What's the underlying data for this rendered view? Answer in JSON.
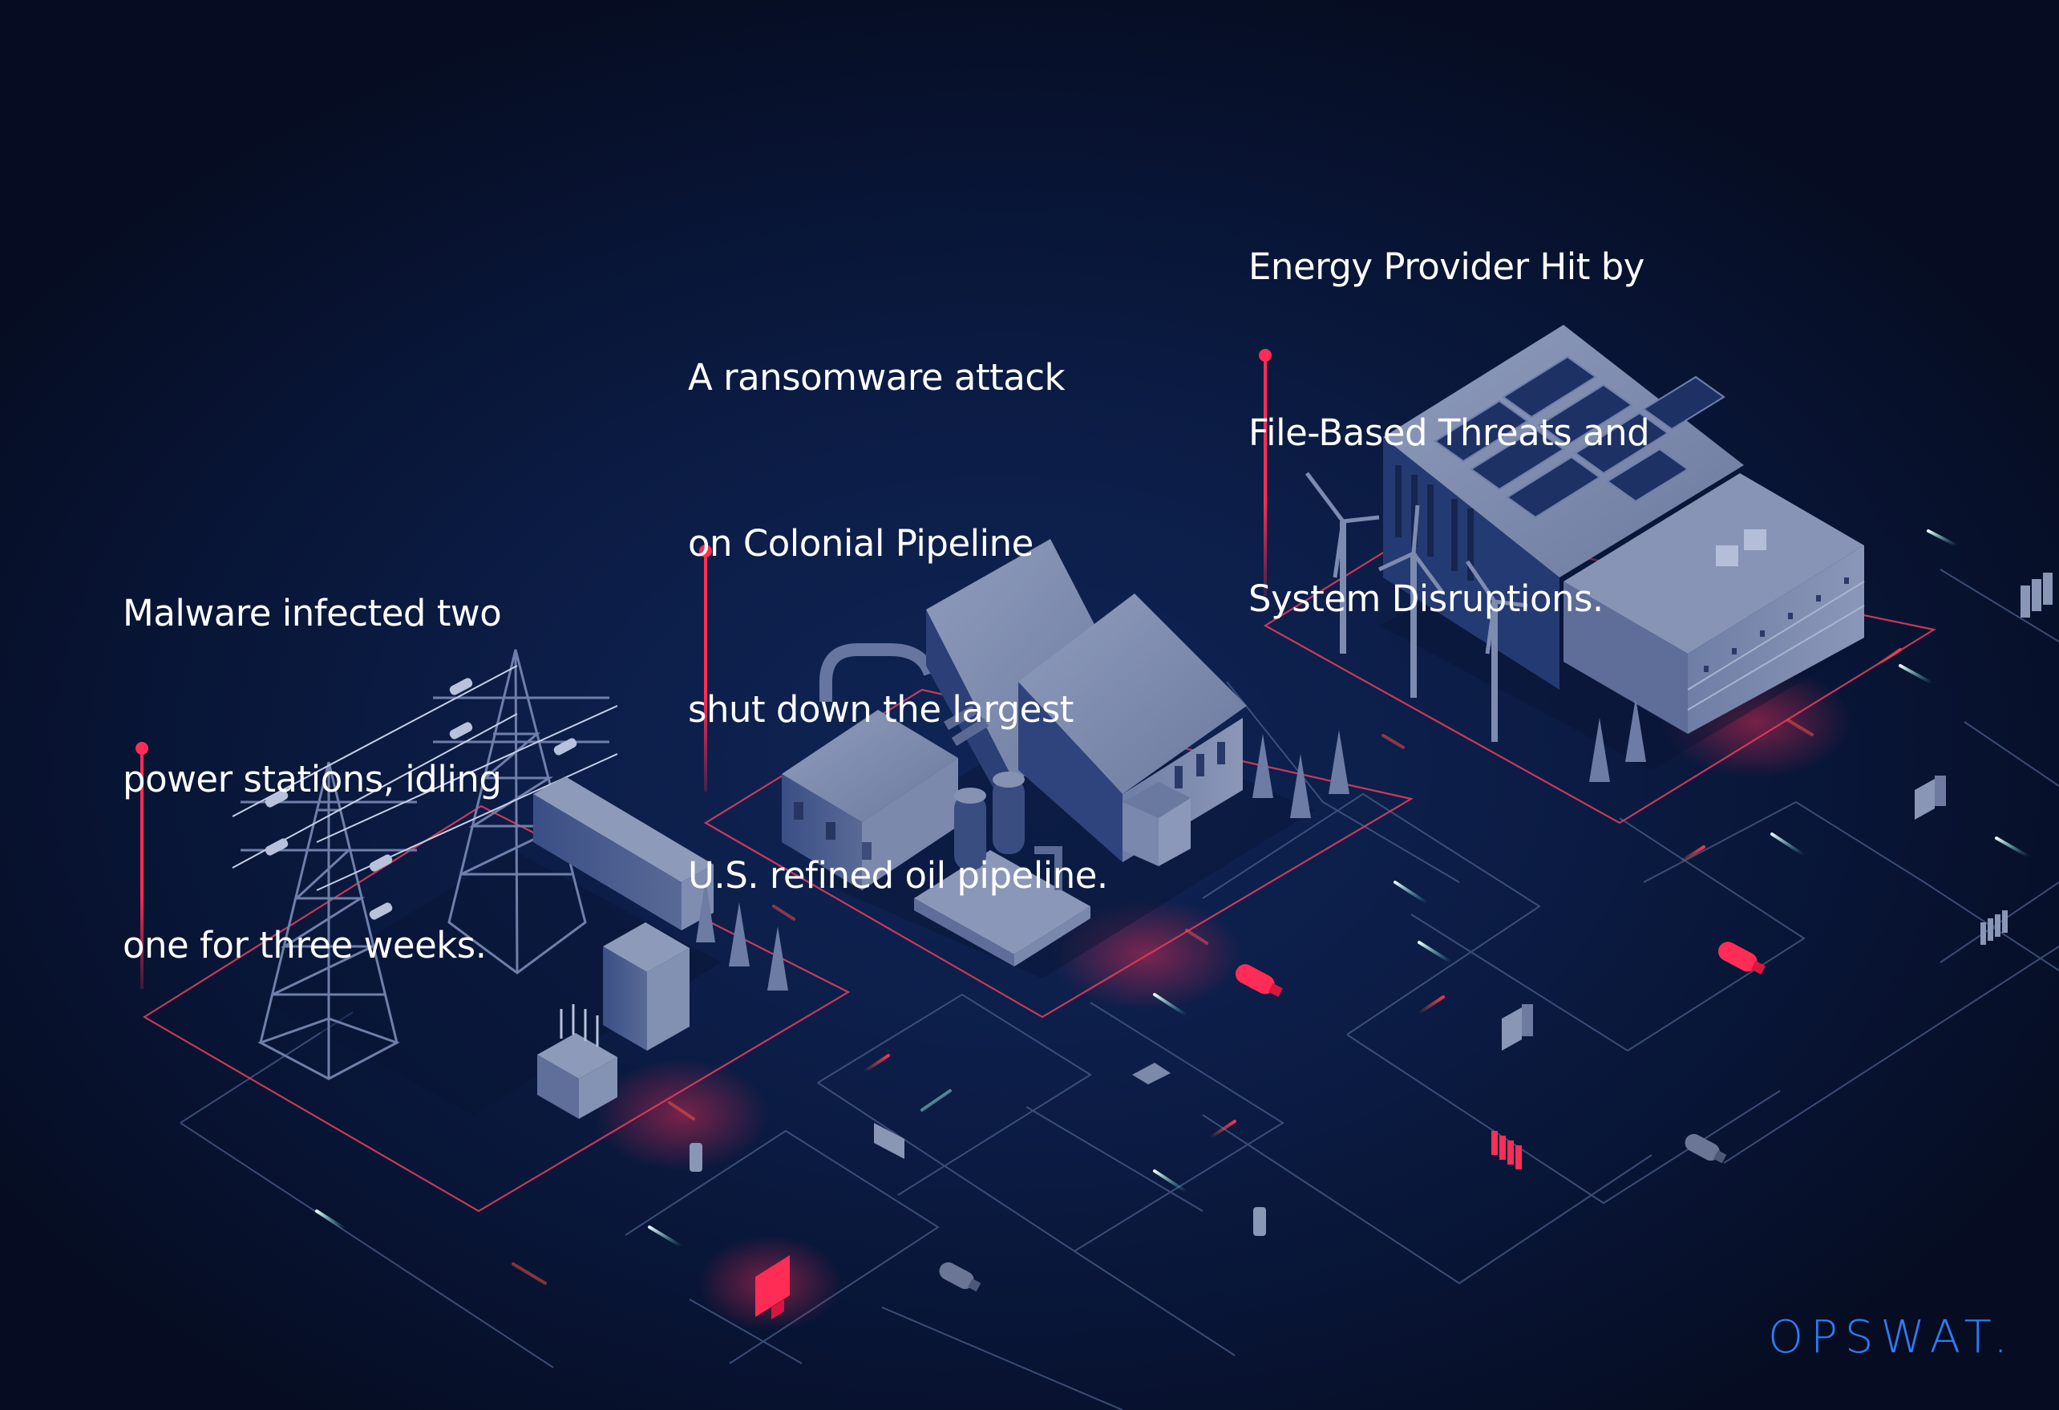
{
  "captions": [
    {
      "id": "power-stations",
      "lines": [
        "Malware infected two",
        "power stations, idling",
        "one for three weeks."
      ]
    },
    {
      "id": "colonial-pipeline",
      "lines": [
        "A ransomware attack",
        "on Colonial Pipeline",
        "shut down the largest",
        "U.S. refined oil pipeline."
      ]
    },
    {
      "id": "energy-provider",
      "lines": [
        "Energy Provider Hit by",
        "File-Based Threats and",
        "System Disruptions."
      ]
    }
  ],
  "scenes": [
    {
      "name": "power-substation",
      "elements": [
        "transmission-tower",
        "transmission-tower",
        "transformer-box",
        "electrical-cabinet",
        "power-transformer",
        "trees"
      ]
    },
    {
      "name": "oil-pipeline-facility",
      "elements": [
        "refinery-building",
        "refinery-building",
        "pipe-loop",
        "storage-tanks",
        "trees"
      ]
    },
    {
      "name": "energy-provider-building",
      "elements": [
        "solar-roof-building",
        "wind-turbine",
        "wind-turbine",
        "wind-turbine",
        "trees"
      ]
    }
  ],
  "network_devices": [
    {
      "type": "usb-drive",
      "state": "infected"
    },
    {
      "type": "usb-drive",
      "state": "infected"
    },
    {
      "type": "monitor",
      "state": "infected"
    },
    {
      "type": "file-stack",
      "state": "infected"
    },
    {
      "type": "usb-drive",
      "state": "normal"
    },
    {
      "type": "usb-drive",
      "state": "normal"
    },
    {
      "type": "computer",
      "state": "normal"
    },
    {
      "type": "computer",
      "state": "normal"
    },
    {
      "type": "phone",
      "state": "normal"
    },
    {
      "type": "phone",
      "state": "normal"
    },
    {
      "type": "chip-card",
      "state": "normal"
    },
    {
      "type": "hard-drive",
      "state": "normal"
    },
    {
      "type": "file-stack",
      "state": "normal"
    },
    {
      "type": "server-rack",
      "state": "normal"
    }
  ],
  "colors": {
    "background": "#0c1d47",
    "accent_red": "#ff2d55",
    "data_teal": "#6fe0d0",
    "building": "#7c8aae",
    "logo_blue": "#2f7cf6"
  },
  "logo": {
    "text": "OPSWAT."
  }
}
